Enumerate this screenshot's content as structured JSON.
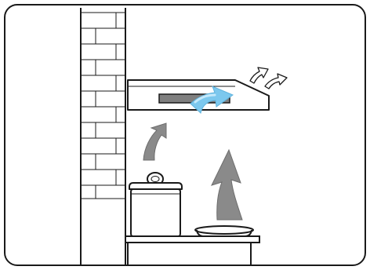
{
  "diagram": {
    "colors": {
      "stroke": "#1a1a1a",
      "panel_fill": "#ffffff",
      "page_fill": "#ffffff",
      "filter_slot": "#7f7f7f",
      "steam_arrow": "#8a8a8a",
      "airflow_blue": "#7cc8ee",
      "airflow_blue_light": "#c4e9fb",
      "exhaust_arrow": "#ffffff"
    },
    "icons": {
      "wall": "brick-wall",
      "hood": "range-hood",
      "pot": "cooking-pot",
      "pan": "frying-pan",
      "counter": "countertop",
      "steam": "steam-arrow",
      "airflow": "airflow-arrow",
      "exhaust": "exhaust-arrow"
    }
  }
}
